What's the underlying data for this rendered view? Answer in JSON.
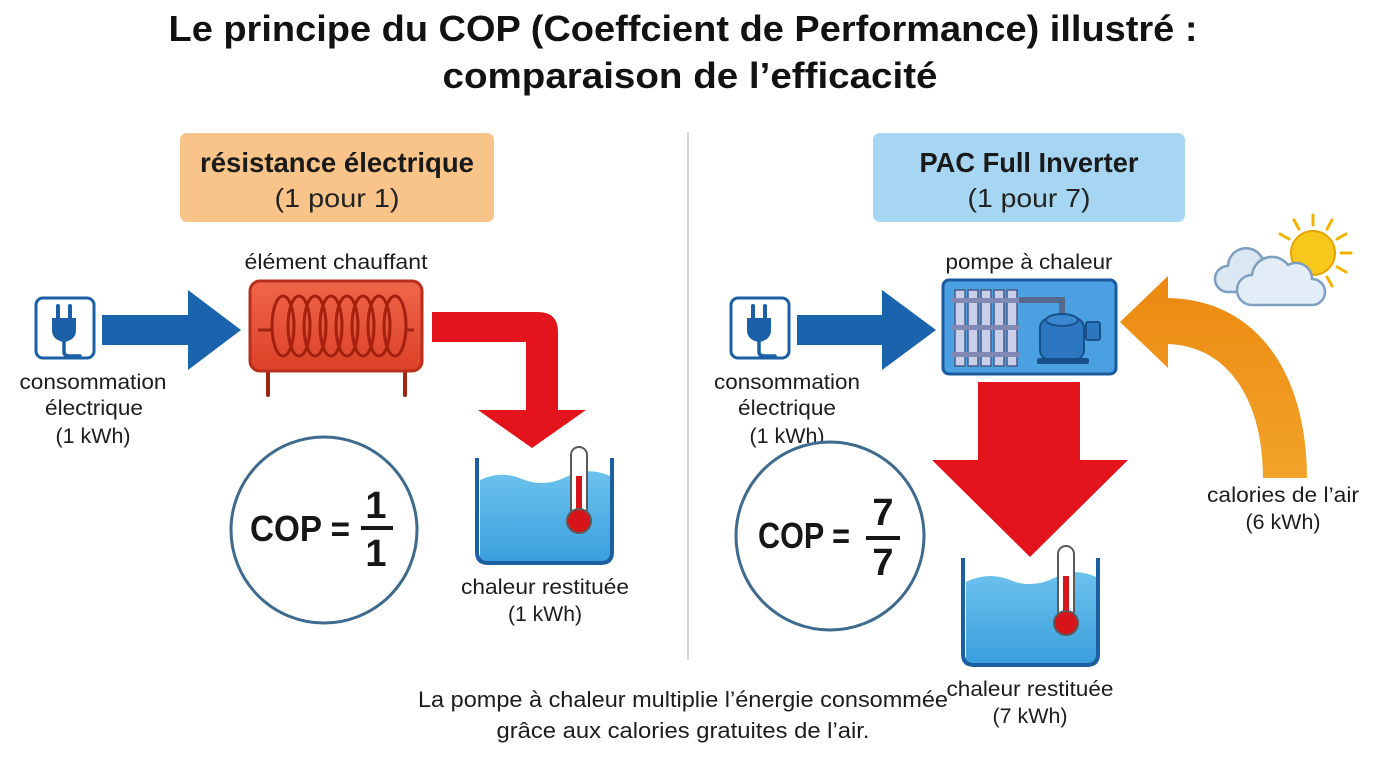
{
  "title": {
    "line1": "Le principe du COP (Coeffcient de Performance) illustré :",
    "line2": "comparaison de l’efficacité"
  },
  "left": {
    "header": {
      "title": "résistance électrique",
      "ratio": "(1 pour 1)"
    },
    "device_label": "élément chauffant",
    "input": {
      "line1": "consommation",
      "line2": "électrique",
      "line3": "(1 kWh)"
    },
    "output": {
      "line1": "chaleur restituée",
      "line2": "(1 kWh)"
    },
    "cop": {
      "label": "COP =",
      "numerator": "1",
      "denominator": "1"
    }
  },
  "right": {
    "header": {
      "title": "PAC Full Inverter",
      "ratio": "(1 pour 7)"
    },
    "device_label": "pompe à chaleur",
    "input": {
      "line1": "consommation",
      "line2": "électrique",
      "line3": "(1 kWh)"
    },
    "air": {
      "line1": "calories de l’air",
      "line2": "(6 kWh)"
    },
    "output": {
      "line1": "chaleur restituée",
      "line2": "(7 kWh)"
    },
    "cop": {
      "label": "COP =",
      "numerator": "7",
      "denominator": "7"
    }
  },
  "footer": {
    "line1": "La pompe à chaleur multiplie l’énergie consommée",
    "line2": "grâce aux calories gratuites de l’air."
  },
  "colors": {
    "warm_box": "#f8c48a",
    "cool_box": "#a6d6f2",
    "electric_arrow": "#1a63ad",
    "heat_arrow": "#e3141b",
    "air_arrow": "#f2961c",
    "heating_element": "#e8533b",
    "heat_pump": "#4aa0e0",
    "water": "#4aaee3",
    "circle_stroke": "#3e6a8e"
  },
  "icons": {
    "power": "plug-icon",
    "heater": "heating-coil-icon",
    "pump": "heat-pump-icon",
    "tank": "water-tank-icon",
    "temperature": "thermometer-icon",
    "weather_cloud": "cloud-icon",
    "weather_sun": "sun-icon"
  }
}
